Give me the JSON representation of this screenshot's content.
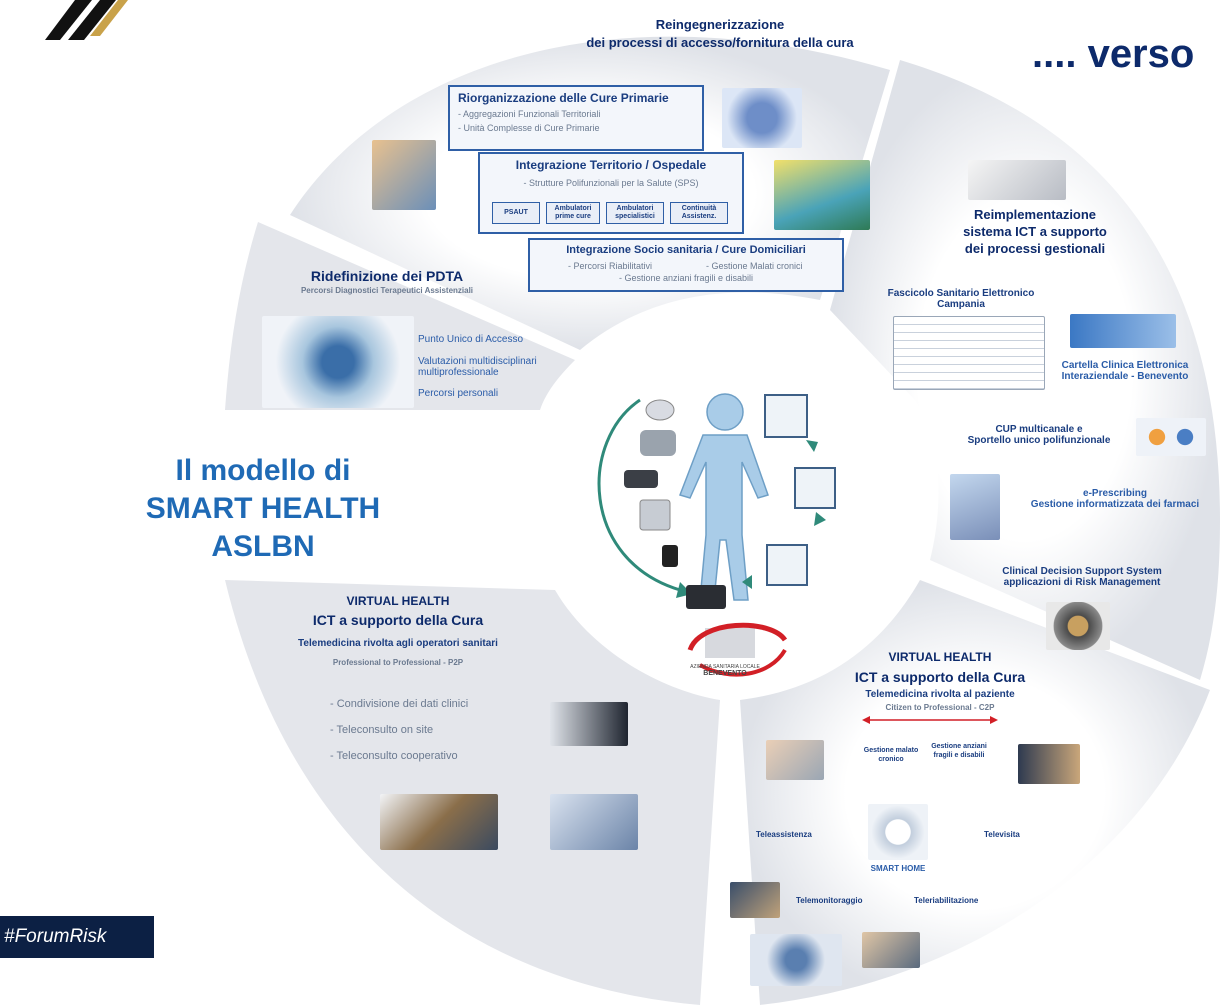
{
  "headline_right": ".... verso",
  "center": {
    "title_line1": "Il modello di",
    "title_line2": "SMART HEALTH ASLBN",
    "logo_text_line1": "AZIENDA SANITARIA LOCALE",
    "logo_text_line2": "BENEVENTO"
  },
  "footer": {
    "hashtag": "#ForumRisk"
  },
  "top_sector": {
    "title_line1": "Reingegnerizzazione",
    "title_line2": "dei processi di accesso/fornitura della cura",
    "box1": {
      "title": "Riorganizzazione delle Cure Primarie",
      "line1": "- Aggregazioni Funzionali Territoriali",
      "line2": "- Unità Complesse di Cure Primarie"
    },
    "box2": {
      "title": "Integrazione Territorio / Ospedale",
      "line1": "- Strutture Polifunzionali per la Salute (SPS)",
      "chips": [
        "PSAUT",
        "Ambulatori prime cure",
        "Ambulatori specialistici",
        "Continuità Assistenz."
      ]
    },
    "box3": {
      "title": "Integrazione Socio sanitaria / Cure Domiciliari",
      "line1a": "- Percorsi Riabilitativi",
      "line1b": "- Gestione Malati cronici",
      "line2": "- Gestione anziani fragili e disabili"
    }
  },
  "left_sector": {
    "title": "Ridefinizione dei PDTA",
    "subtitle": "Percorsi Diagnostici Terapeutici Assistenziali",
    "items": [
      "Punto Unico di Accesso",
      "Valutazioni multidisciplinari multiprofessionale",
      "Percorsi personali"
    ]
  },
  "right_sector": {
    "title_line1": "Reimplementazione",
    "title_line2": "sistema ICT a supporto",
    "title_line3": "dei processi gestionali",
    "fse_line1": "Fascicolo Sanitario Elettronico",
    "fse_line2": "Campania",
    "cartella_line1": "Cartella Clinica Elettronica",
    "cartella_line2": "Interaziendale - Benevento",
    "cup_line1": "CUP multicanale e",
    "cup_line2": "Sportello unico polifunzionale",
    "epres_line1": "e-Prescribing",
    "epres_line2": "Gestione informatizzata dei farmaci",
    "cdss_line1": "Clinical Decision Support System",
    "cdss_line2": "applicazioni di Risk Management"
  },
  "bottom_left_sector": {
    "title": "VIRTUAL HEALTH",
    "subtitle": "ICT a supporto della Cura",
    "desc": "Telemedicina rivolta agli operatori sanitari",
    "mode": "Professional to Professional - P2P",
    "items": [
      "- Condivisione dei dati clinici",
      "- Teleconsulto on site",
      "- Teleconsulto cooperativo"
    ]
  },
  "bottom_right_sector": {
    "title": "VIRTUAL HEALTH",
    "subtitle": "ICT a supporto della Cura",
    "desc": "Telemedicina rivolta al paziente",
    "mode": "Citizen to Professional - C2P",
    "label_cronico": "Gestione malato cronico",
    "label_anziani": "Gestione anziani fragili e disabili",
    "label_teleassistenza": "Teleassistenza",
    "label_televisita": "Televisita",
    "label_smart_home": "SMART HOME",
    "label_telemonitoraggio": "Telemonitoraggio",
    "label_teleriabilitazione": "Teleriabilitazione"
  },
  "colors": {
    "navy": "#0d2a6b",
    "blue": "#1f6ab5",
    "ring": "#e6e8ed",
    "box_border": "#2f5fa6"
  }
}
